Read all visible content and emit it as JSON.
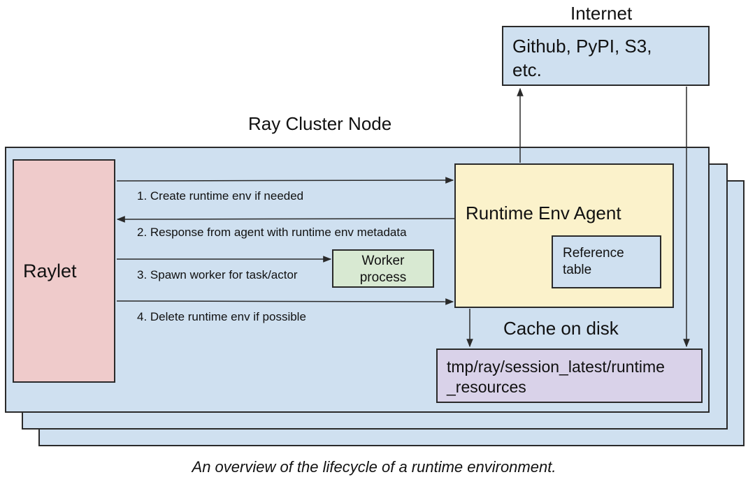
{
  "diagram": {
    "internet_title": "Internet",
    "internet_box_text": [
      "Github, PyPI, S3,",
      "etc."
    ],
    "node_title": "Ray Cluster Node",
    "raylet_label": "Raylet",
    "agent_label": "Runtime Env Agent",
    "reference_table_text": [
      "Reference",
      "table"
    ],
    "worker_text": [
      "Worker",
      "process"
    ],
    "cache_title": "Cache on disk",
    "cache_path_text": [
      "tmp/ray/session_latest/runtime",
      "_resources"
    ],
    "steps": [
      "1. Create runtime env if needed",
      "2. Response from agent with runtime env metadata",
      "3. Spawn worker for task/actor",
      "4. Delete runtime env if possible"
    ],
    "caption": "An overview of the lifecycle of a runtime environment."
  },
  "colors": {
    "node_fill": "#cfe0f0",
    "raylet_fill": "#efcbcb",
    "agent_fill": "#fbf2cb",
    "worker_fill": "#d8e9d2",
    "cache_fill": "#d9d2e9",
    "stroke": "#2a2a2a"
  }
}
